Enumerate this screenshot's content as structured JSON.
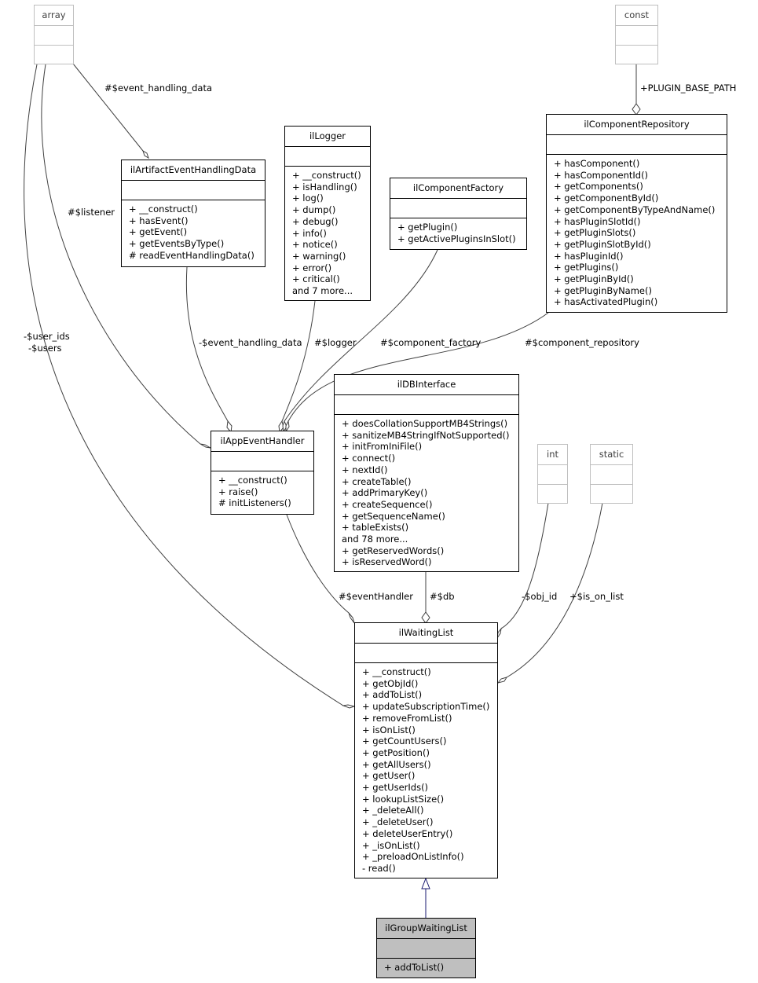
{
  "classes": {
    "array": {
      "title": "array"
    },
    "const": {
      "title": "const"
    },
    "int": {
      "title": "int"
    },
    "static": {
      "title": "static"
    },
    "il_artifact_event_handling_data": {
      "title": "ilArtifactEventHandlingData",
      "ops": [
        "+ __construct()",
        "+ hasEvent()",
        "+ getEvent()",
        "+ getEventsByType()",
        "# readEventHandlingData()"
      ]
    },
    "il_logger": {
      "title": "ilLogger",
      "ops": [
        "+ __construct()",
        "+ isHandling()",
        "+ log()",
        "+ dump()",
        "+ debug()",
        "+ info()",
        "+ notice()",
        "+ warning()",
        "+ error()",
        "+ critical()",
        "and 7 more..."
      ]
    },
    "il_component_factory": {
      "title": "ilComponentFactory",
      "ops": [
        "+ getPlugin()",
        "+ getActivePluginsInSlot()"
      ]
    },
    "il_component_repository": {
      "title": "ilComponentRepository",
      "ops": [
        "+ hasComponent()",
        "+ hasComponentId()",
        "+ getComponents()",
        "+ getComponentById()",
        "+ getComponentByTypeAndName()",
        "+ hasPluginSlotId()",
        "+ getPluginSlots()",
        "+ getPluginSlotById()",
        "+ hasPluginId()",
        "+ getPlugins()",
        "+ getPluginById()",
        "+ getPluginByName()",
        "+ hasActivatedPlugin()"
      ]
    },
    "il_app_event_handler": {
      "title": "ilAppEventHandler",
      "ops": [
        "+ __construct()",
        "+ raise()",
        "# initListeners()"
      ]
    },
    "il_db_interface": {
      "title": "ilDBInterface",
      "ops": [
        "+ doesCollationSupportMB4Strings()",
        "+ sanitizeMB4StringIfNotSupported()",
        "+ initFromIniFile()",
        "+ connect()",
        "+ nextId()",
        "+ createTable()",
        "+ addPrimaryKey()",
        "+ createSequence()",
        "+ getSequenceName()",
        "+ tableExists()",
        "and 78 more...",
        "+ getReservedWords()",
        "+ isReservedWord()"
      ]
    },
    "il_waiting_list": {
      "title": "ilWaitingList",
      "ops": [
        "+ __construct()",
        "+ getObjId()",
        "+ addToList()",
        "+ updateSubscriptionTime()",
        "+ removeFromList()",
        "+ isOnList()",
        "+ getCountUsers()",
        "+ getPosition()",
        "+ getAllUsers()",
        "+ getUser()",
        "+ getUserIds()",
        "+ lookupListSize()",
        "+ _deleteAll()",
        "+ _deleteUser()",
        "+ deleteUserEntry()",
        "+ _isOnList()",
        "+ _preloadOnListInfo()",
        "- read()"
      ]
    },
    "il_group_waiting_list": {
      "title": "ilGroupWaitingList",
      "ops": [
        "+ addToList()"
      ]
    }
  },
  "edge_labels": {
    "event_handling_data_hash": "#$event_handling_data",
    "plugin_base_path": "+PLUGIN_BASE_PATH",
    "listener": "#$listener",
    "user_ids": "-$user_ids",
    "users": "-$users",
    "event_handling_data_private": "-$event_handling_data",
    "logger": "#$logger",
    "component_factory": "#$component_factory",
    "component_repository": "#$component_repository",
    "event_handler": "#$eventHandler",
    "db": "#$db",
    "obj_id": "-$obj_id",
    "is_on_list": "+$is_on_list"
  },
  "colors": {
    "line": "#404040",
    "inheritance": "#191970",
    "external_border": "#bfbfbf",
    "highlight_fill": "#bfbfbf"
  }
}
